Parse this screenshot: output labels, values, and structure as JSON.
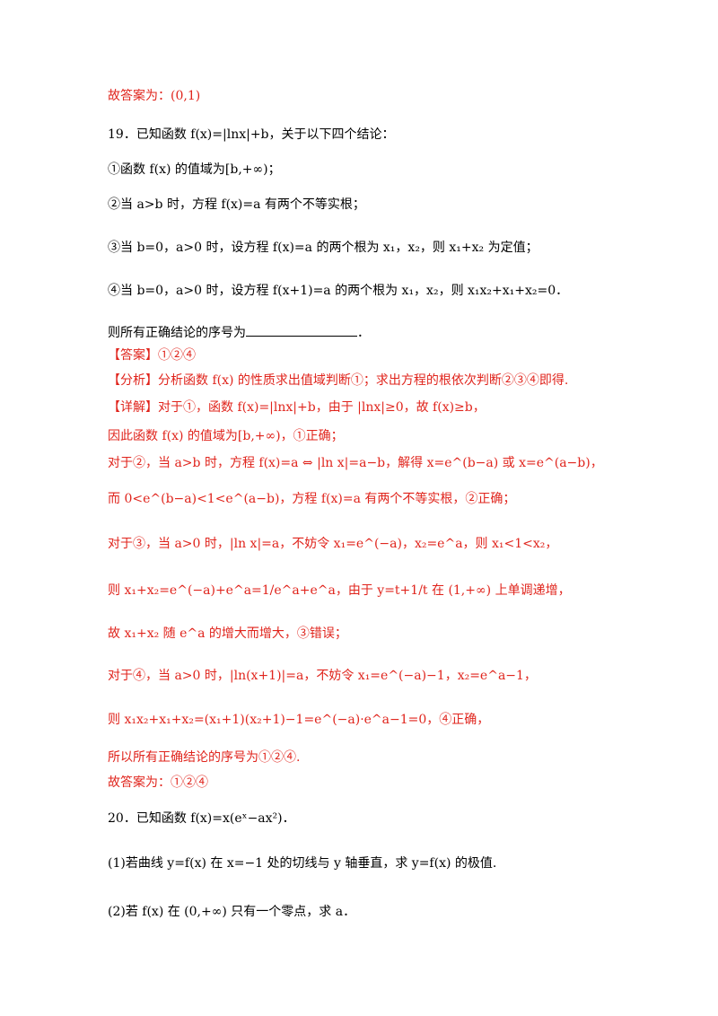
{
  "lines": [
    {
      "text": "故答案为：(0,1)",
      "color": "red"
    },
    {
      "text": "19．已知函数 f(x)=|lnx|+b，关于以下四个结论：",
      "color": "black"
    },
    {
      "text": "①函数 f(x) 的值域为[b,+∞)；",
      "color": "black"
    },
    {
      "text": "②当 a>b 时，方程 f(x)=a 有两个不等实根；",
      "color": "black"
    },
    {
      "text": "③当 b=0，a>0 时，设方程 f(x)=a 的两个根为 x₁，x₂，则 x₁+x₂ 为定值；",
      "color": "black"
    },
    {
      "text": "④当 b=0，a>0 时，设方程 f(x+1)=a 的两个根为 x₁，x₂，则 x₁x₂+x₁+x₂=0．",
      "color": "black"
    },
    {
      "text": "则所有正确结论的序号为",
      "color": "black",
      "blank": true,
      "after": "．"
    },
    {
      "text": "【答案】①②④",
      "color": "red"
    },
    {
      "text": "【分析】分析函数 f(x) 的性质求出值域判断①；求出方程的根依次判断②③④即得.",
      "color": "red"
    },
    {
      "text": "【详解】对于①，函数 f(x)=|lnx|+b，由于 |lnx|≥0，故 f(x)≥b，",
      "color": "red"
    },
    {
      "text": "因此函数 f(x) 的值域为[b,+∞)，①正确；",
      "color": "red"
    },
    {
      "text": "对于②，当 a>b 时，方程 f(x)=a ⇔ |ln x|=a−b，解得 x=e^(b−a) 或 x=e^(a−b)，",
      "color": "red"
    },
    {
      "text": "而 0<e^(b−a)<1<e^(a−b)，方程 f(x)=a 有两个不等实根，②正确；",
      "color": "red"
    },
    {
      "text": "对于③，当 a>0 时，|ln x|=a，不妨令 x₁=e^(−a)，x₂=e^a，则 x₁<1<x₂，",
      "color": "red"
    },
    {
      "text": "则 x₁+x₂=e^(−a)+e^a=1/e^a+e^a，由于 y=t+1/t 在 (1,+∞) 上单调递增，",
      "color": "red"
    },
    {
      "text": "故 x₁+x₂ 随 e^a 的增大而增大，③错误；",
      "color": "red"
    },
    {
      "text": "对于④，当 a>0 时，|ln(x+1)|=a，不妨令 x₁=e^(−a)−1，x₂=e^a−1，",
      "color": "red"
    },
    {
      "text": "则 x₁x₂+x₁+x₂=(x₁+1)(x₂+1)−1=e^(−a)·e^a−1=0，④正确，",
      "color": "red"
    },
    {
      "text": "所以所有正确结论的序号为①②④.",
      "color": "red"
    },
    {
      "text": "故答案为：①②④",
      "color": "red"
    },
    {
      "text": "20．已知函数 f(x)=x(eˣ−ax²)．",
      "color": "black"
    },
    {
      "text": "(1)若曲线 y=f(x) 在 x=−1 处的切线与 y 轴垂直，求 y=f(x) 的极值.",
      "color": "black"
    },
    {
      "text": "(2)若 f(x) 在 (0,+∞) 只有一个零点，求 a．",
      "color": "black"
    }
  ]
}
